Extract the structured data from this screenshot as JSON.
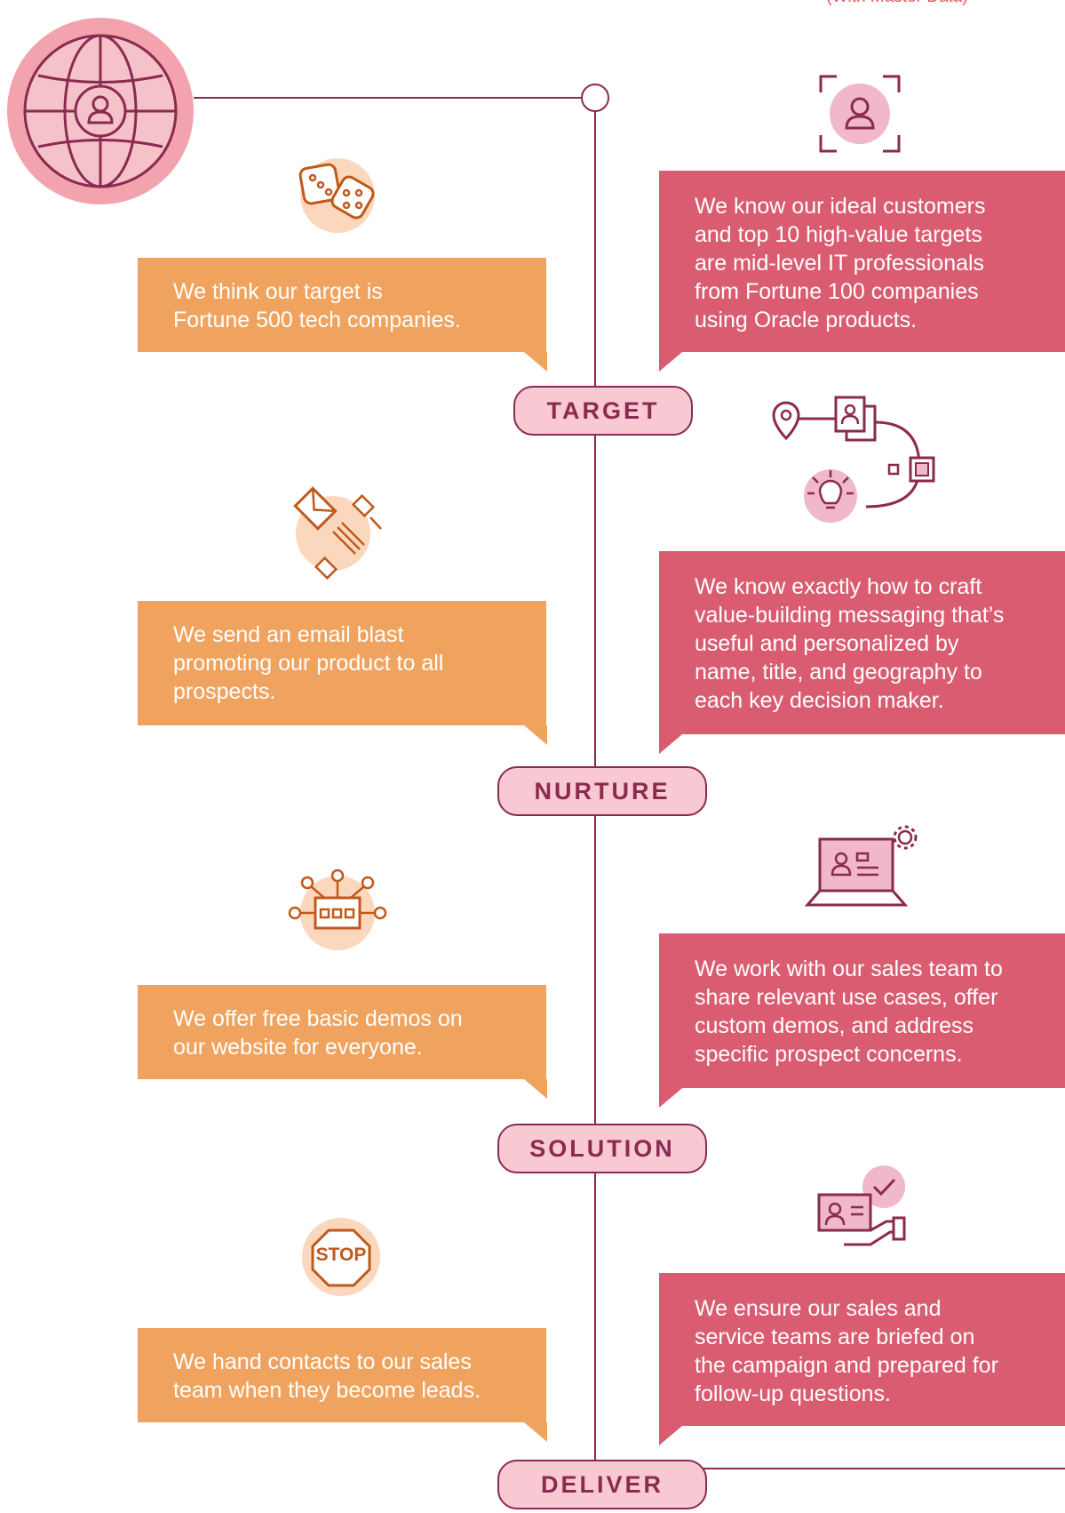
{
  "header_note": "(With Master Data)",
  "stages": [
    {
      "label": "TARGET"
    },
    {
      "label": "NURTURE"
    },
    {
      "label": "SOLUTION"
    },
    {
      "label": "DELIVER"
    }
  ],
  "left_statements": [
    {
      "text": "We think our target is\nFortune 500 tech companies."
    },
    {
      "text": "We send an email blast\npromoting our product to all\nprospects."
    },
    {
      "text": "We offer free basic demos on\nour website for everyone."
    },
    {
      "text": "We hand contacts to our sales\nteam when they become leads."
    }
  ],
  "right_statements": [
    {
      "text": "We know our ideal customers\nand top 10 high-value targets\nare mid-level IT professionals\nfrom Fortune 100 companies\nusing Oracle products."
    },
    {
      "text": "We know exactly how to craft\nvalue-building messaging that’s\nuseful and personalized by\nname, title, and geography to\neach key decision maker."
    },
    {
      "text": "We work with our sales team to\nshare relevant use cases, offer\ncustom demos, and address\nspecific prospect concerns."
    },
    {
      "text": "We ensure our sales and\nservice teams are briefed on\nthe campaign and prepared for\nfollow-up questions."
    }
  ],
  "stop_sign_text": "STOP",
  "colors": {
    "orange": "#f0a35e",
    "red": "#d95c71",
    "stage_fill": "#f8c9d2",
    "line": "#8b2a4f",
    "icon_orange": "#c0591b",
    "icon_circle_orange": "#fbd8bd",
    "icon_circle_pink": "#f0b8c8"
  },
  "icons": [
    "globe-user-icon",
    "dice-icon",
    "email-send-icon",
    "network-chip-icon",
    "stop-sign-icon",
    "user-focus-icon",
    "journey-map-icon",
    "laptop-profile-icon",
    "id-card-hand-icon"
  ]
}
